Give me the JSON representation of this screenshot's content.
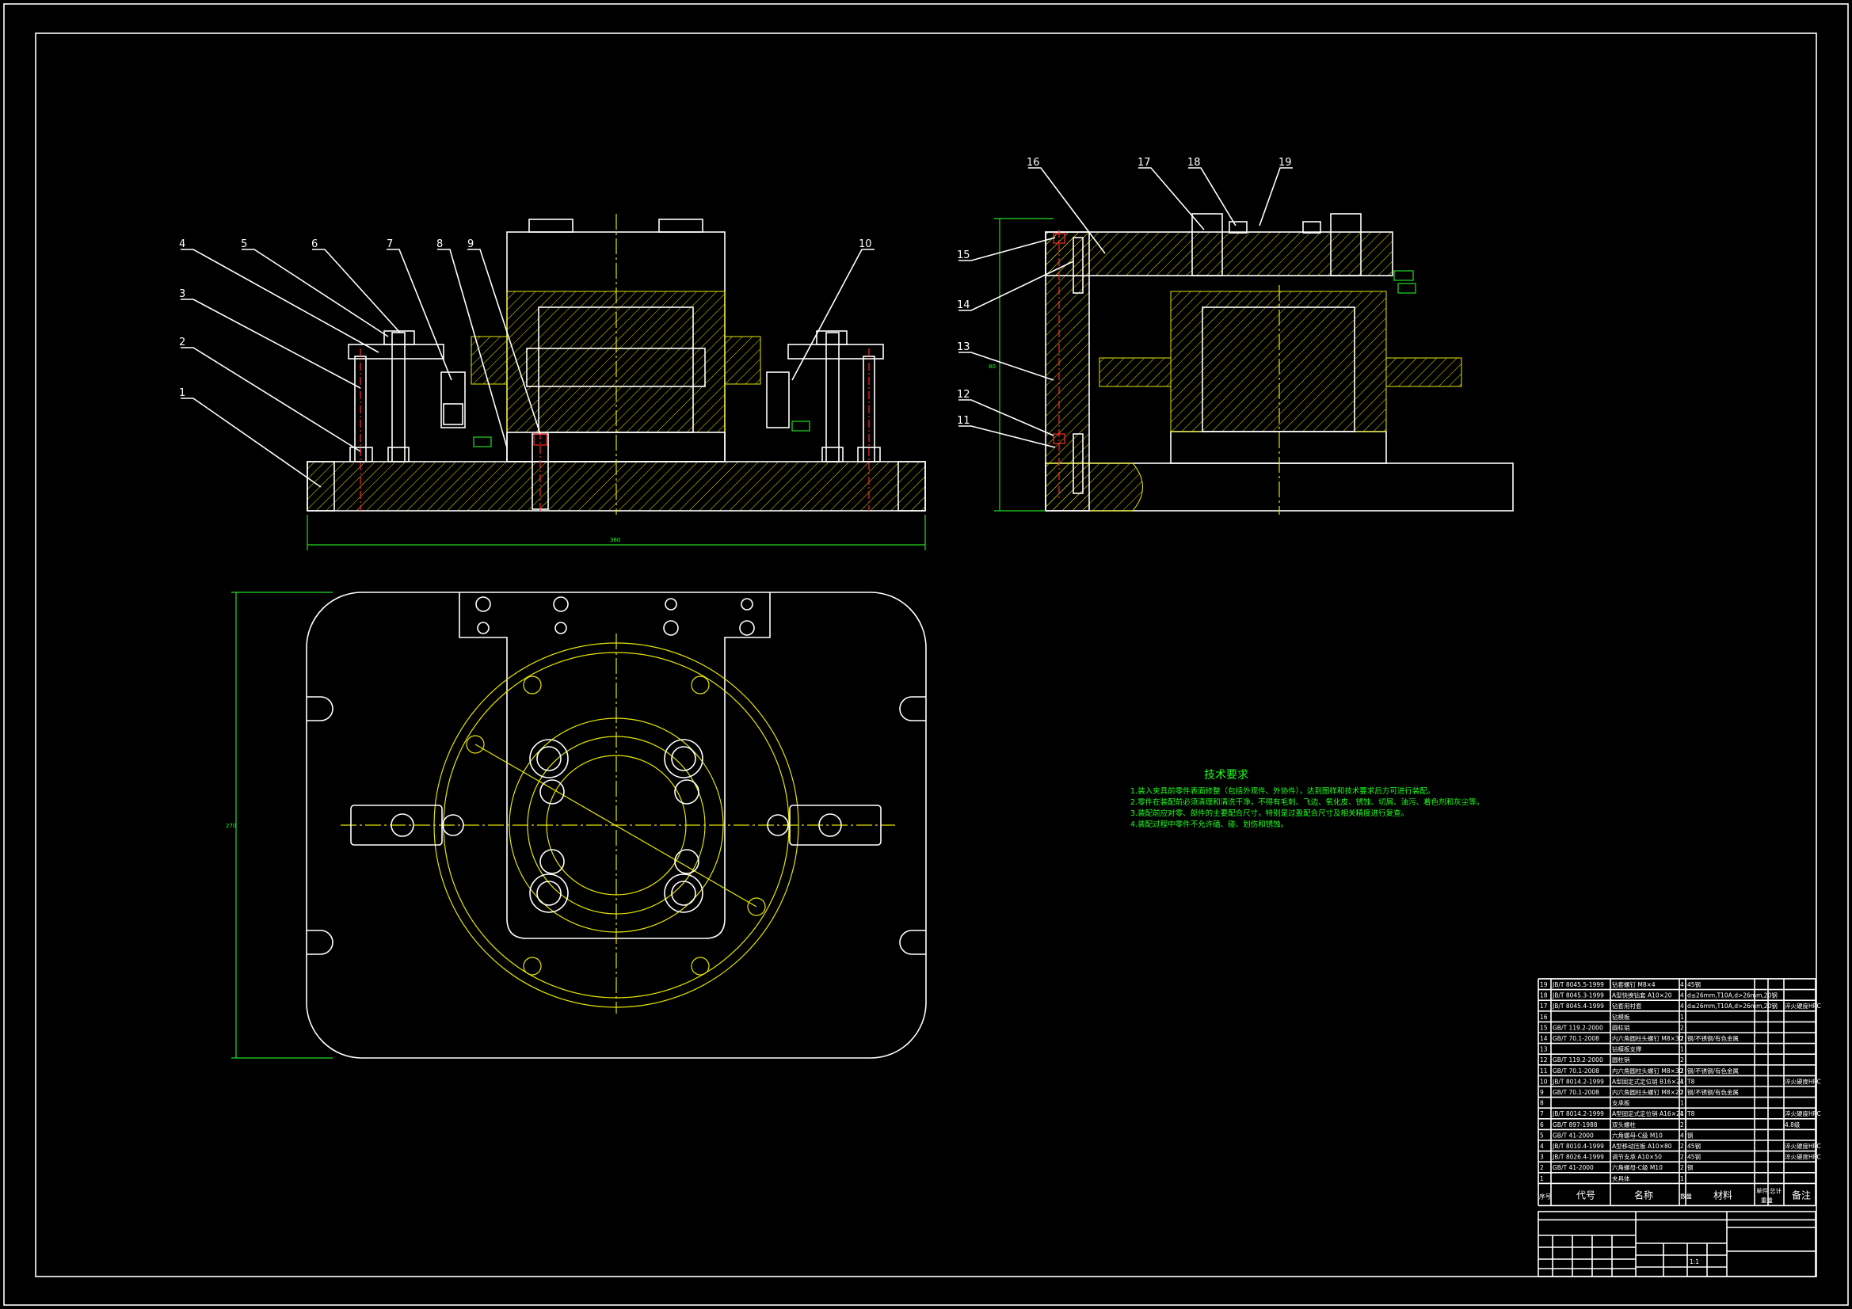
{
  "drawing": {
    "technical_requirements": {
      "title": "技术要求",
      "lines": [
        "1.装入夹具前零件表面修整（包括外观件、外协件），达到图样和技术要求后方可进行装配。",
        "2.零件在装配前必须清理和清洗干净，不得有毛刺、飞边、氧化皮、锈蚀、切屑、油污、着色剂和灰尘等。",
        "3.装配前应对零、部件的主要配合尺寸，特别是过盈配合尺寸及相关精度进行复查。",
        "4.装配过程中零件不允许磕、碰、划伤和锈蚀。"
      ]
    },
    "views": {
      "front_view": {
        "balloons": [
          "1",
          "2",
          "3",
          "4",
          "5",
          "6",
          "7",
          "8",
          "9",
          "10"
        ],
        "dimension": "360"
      },
      "side_view": {
        "balloons": [
          "11",
          "12",
          "13",
          "14",
          "15",
          "16",
          "17",
          "18",
          "19"
        ],
        "dimension": "80"
      },
      "top_view": {
        "dimension": "270"
      }
    },
    "bom": {
      "rows": [
        {
          "no": "19",
          "code": "JB/T 8045.5-1999",
          "name": "钻套螺钉 M8×4",
          "qty": "4",
          "material": "45钢",
          "note": ""
        },
        {
          "no": "18",
          "code": "JB/T 8045.3-1999",
          "name": "A型快换钻套 A10×20",
          "qty": "4",
          "material": "d≤26mm,T10A,d>26mm,20钢",
          "note": ""
        },
        {
          "no": "17",
          "code": "JB/T 8045.4-1999",
          "name": "钻套用衬套 ",
          "qty": "4",
          "material": "d≤26mm,T10A,d>26mm,20钢",
          "note": "淬火硬度HRC"
        },
        {
          "no": "16",
          "code": "",
          "name": "钻模板",
          "qty": "1",
          "material": "",
          "note": ""
        },
        {
          "no": "15",
          "code": "GB/T 119.2-2000",
          "name": "圆柱销",
          "qty": "2",
          "material": "",
          "note": ""
        },
        {
          "no": "14",
          "code": "GB/T 70.1-2008",
          "name": "内六角圆柱头螺钉 M8×30",
          "qty": "2",
          "material": "钢/不锈钢/有色金属",
          "note": ""
        },
        {
          "no": "13",
          "code": "",
          "name": "钻模板支撑",
          "qty": "1",
          "material": "",
          "note": ""
        },
        {
          "no": "12",
          "code": "GB/T 119.2-2000",
          "name": "圆柱销",
          "qty": "2",
          "material": "",
          "note": ""
        },
        {
          "no": "11",
          "code": "GB/T 70.1-2008",
          "name": "内六角圆柱头螺钉 M8×30",
          "qty": "2",
          "material": "钢/不锈钢/有色金属",
          "note": ""
        },
        {
          "no": "10",
          "code": "JB/T 8014.2-1999",
          "name": "A型固定式定位销 B16×24",
          "qty": "1",
          "material": "T8",
          "note": "淬火硬度HRC"
        },
        {
          "no": "9",
          "code": "GB/T 70.1-2008",
          "name": "内六角圆柱头螺钉 M8×20",
          "qty": "2",
          "material": "钢/不锈钢/有色金属",
          "note": ""
        },
        {
          "no": "8",
          "code": "",
          "name": "支承板",
          "qty": "1",
          "material": "",
          "note": ""
        },
        {
          "no": "7",
          "code": "JB/T 8014.2-1999",
          "name": "A型固定式定位销 A16×24",
          "qty": "1",
          "material": "T8",
          "note": "淬火硬度HRC"
        },
        {
          "no": "6",
          "code": "GB/T 897-1988",
          "name": "双头螺柱",
          "qty": "2",
          "material": "",
          "note": "4.8级"
        },
        {
          "no": "5",
          "code": "GB/T 41-2000",
          "name": "六角螺母-C级 M10",
          "qty": "4",
          "material": "钢",
          "note": ""
        },
        {
          "no": "4",
          "code": "JB/T 8010.4-1999",
          "name": "A型移动压板 A10×80",
          "qty": "2",
          "material": "45钢",
          "note": "淬火硬度HRC"
        },
        {
          "no": "3",
          "code": "JB/T 8026.4-1999",
          "name": "调节支承 A10×50",
          "qty": "2",
          "material": "45钢",
          "note": "淬火硬度HRC"
        },
        {
          "no": "2",
          "code": "GB/T 41-2000",
          "name": "六角螺母-C级 M10",
          "qty": "2",
          "material": "钢",
          "note": ""
        },
        {
          "no": "1",
          "code": "",
          "name": "夹具体",
          "qty": "1",
          "material": "",
          "note": ""
        }
      ],
      "header": {
        "no": "序号",
        "code": "代号",
        "name": "名称",
        "qty": "数量",
        "material": "材料",
        "unit": "单件",
        "total": "总计",
        "weight": "重量",
        "note": "备注"
      },
      "title_block": {
        "scale": "1:1"
      }
    }
  }
}
